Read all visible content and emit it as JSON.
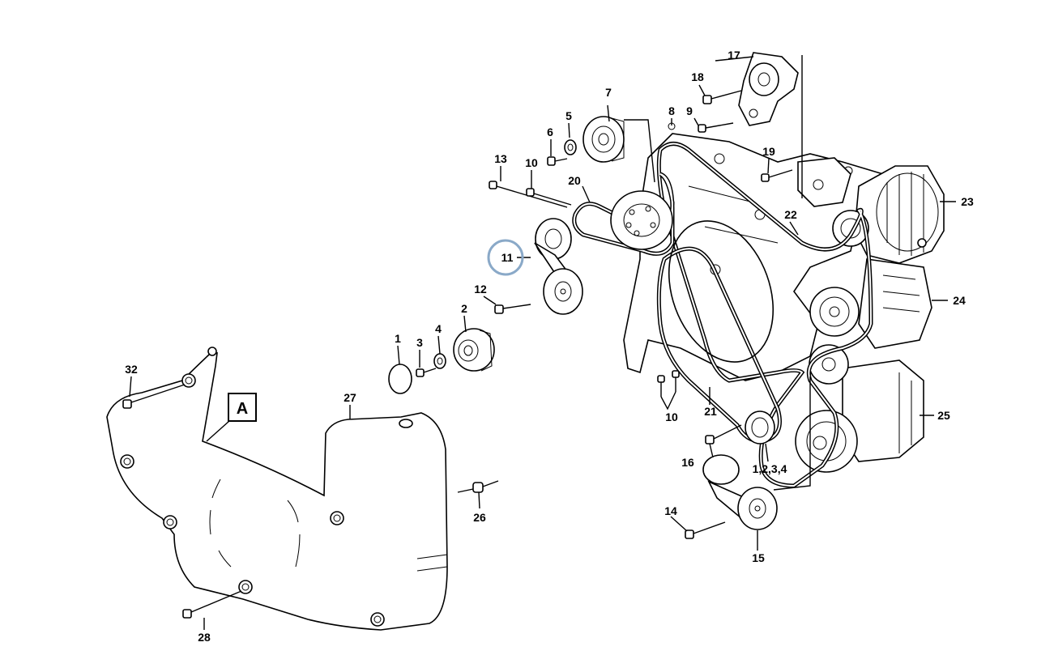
{
  "highlight_color": "#8aa9c8",
  "section_marker": "A",
  "callouts": {
    "c1": "1",
    "c2": "2",
    "c3": "3",
    "c4": "4",
    "c5": "5",
    "c6": "6",
    "c7": "7",
    "c8": "8",
    "c9": "9",
    "c10a": "10",
    "c10b": "10",
    "c11": "11",
    "c12": "12",
    "c13": "13",
    "c14": "14",
    "c15": "15",
    "c16": "16",
    "c17": "17",
    "c18": "18",
    "c19": "19",
    "c20": "20",
    "c21": "21",
    "c22": "22",
    "c23": "23",
    "c24": "24",
    "c25": "25",
    "c26": "26",
    "c27": "27",
    "c28": "28",
    "c32": "32",
    "c1234": "1,2,3,4"
  }
}
